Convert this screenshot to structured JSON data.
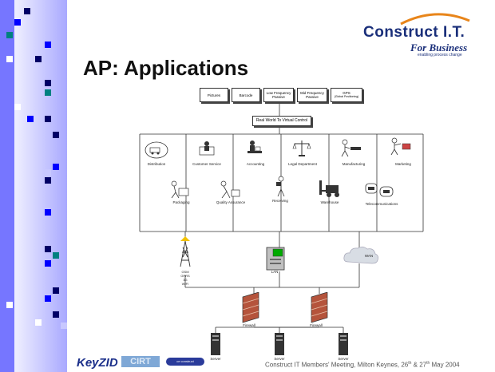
{
  "slide": {
    "title": "AP: Applications",
    "logo": {
      "name": "Construct I.T.",
      "tagline": "For Business",
      "subtag": "enabling process change"
    },
    "footer": {
      "text": "Construct IT Members' Meeting, Milton Keynes, 26",
      "sup1": "th",
      "mid": " & 27",
      "sup2": "th",
      "end": " May 2004"
    },
    "sponsors": [
      "KeyZID",
      "CIRT",
      "ce construct"
    ]
  },
  "diagram": {
    "inputs": [
      {
        "label": "Pictures",
        "sub": ""
      },
      {
        "label": "Barcode",
        "sub": ""
      },
      {
        "label": "Low Frequency Passive",
        "sub": ""
      },
      {
        "label": "Mid Frequency Passive",
        "sub": ""
      },
      {
        "label": "GPS",
        "sub": "(Global Positioning)"
      }
    ],
    "control": "Real World To Virtual Control",
    "departments_top": [
      "Distribution",
      "Customer Service",
      "Accounting",
      "Legal Department",
      "Manufacturing",
      "Marketing"
    ],
    "departments_bottom": [
      "Packaging",
      "Quality Assurance",
      "Receiving",
      "Warehouse",
      "Telecommunications"
    ],
    "network": {
      "mast": [
        "GSM",
        "GPRS",
        "3G",
        "WIFI"
      ],
      "lan": "LAN",
      "wan": "WAN",
      "firewall_left": "Firewall",
      "firewall_right": "Firewall",
      "servers": [
        "Server",
        "Server",
        "Server"
      ]
    }
  },
  "colors": {
    "sidebar_blue": "#0000ff",
    "sidebar_dark": "#000066",
    "teal": "#008080",
    "brand": "#1a2f7a"
  }
}
